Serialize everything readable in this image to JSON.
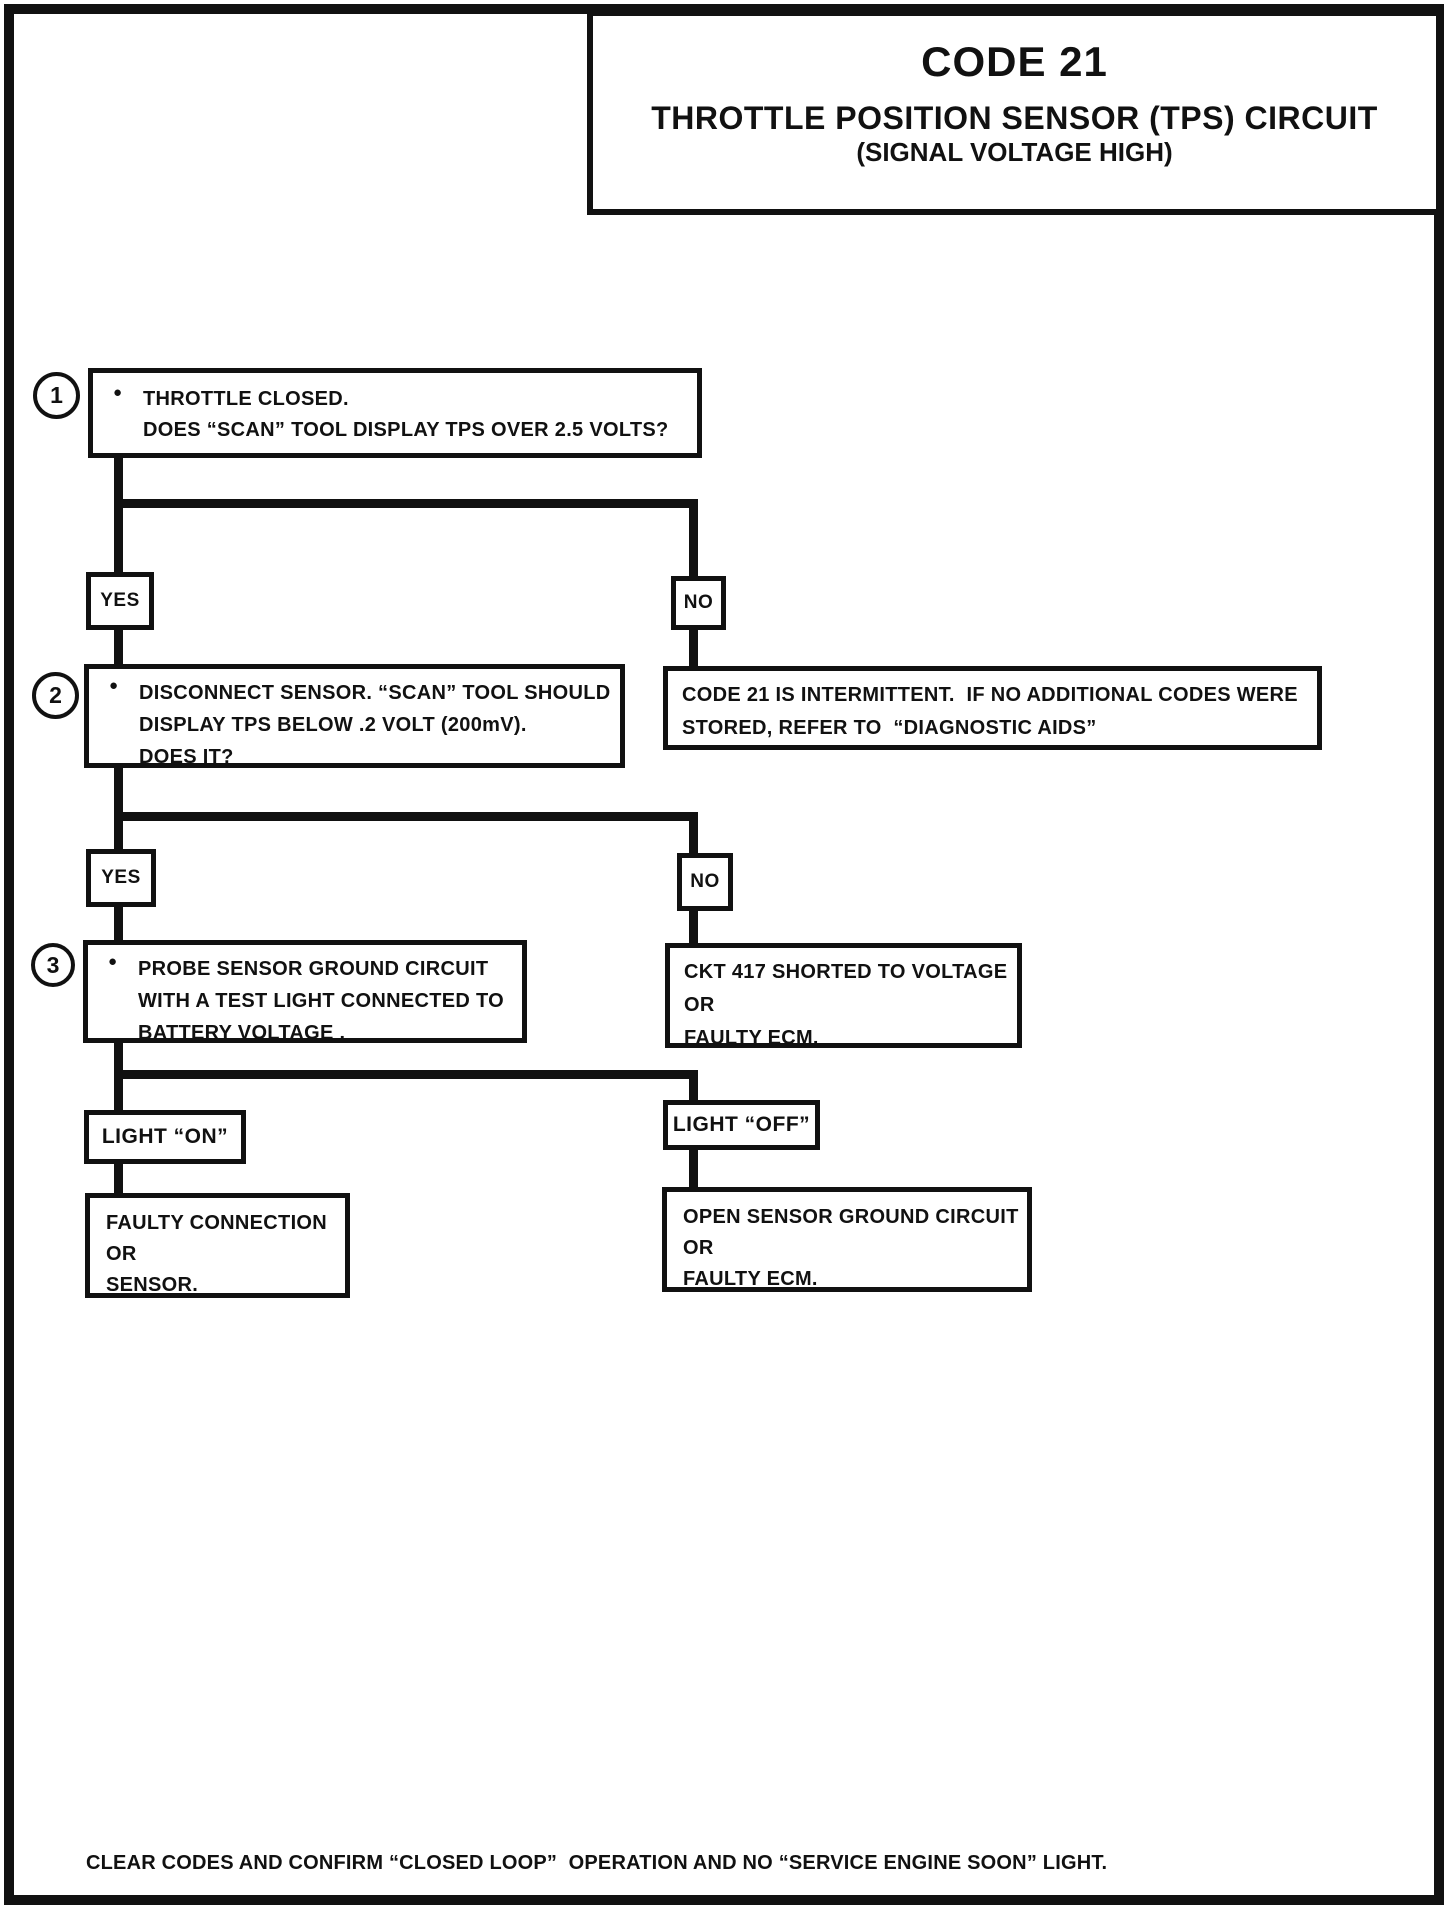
{
  "colors": {
    "ink": "#111111",
    "paper": "#ffffff"
  },
  "bullet_glyph": "●",
  "title": {
    "code": "CODE 21",
    "line1": "THROTTLE POSITION SENSOR (TPS) CIRCUIT",
    "line2": "(SIGNAL VOLTAGE HIGH)"
  },
  "step1": {
    "number": "1",
    "lines": [
      "THROTTLE CLOSED.",
      "DOES “SCAN” TOOL DISPLAY TPS OVER 2.5 VOLTS?"
    ]
  },
  "branch1": {
    "yes": "YES",
    "no": "NO"
  },
  "step2": {
    "number": "2",
    "lines": [
      "DISCONNECT SENSOR. “SCAN” TOOL SHOULD",
      "DISPLAY TPS BELOW .2 VOLT (200mV).",
      "DOES IT?"
    ]
  },
  "intermittent": {
    "lines": [
      "CODE 21 IS INTERMITTENT.  IF NO ADDITIONAL CODES WERE",
      "STORED, REFER TO  “DIAGNOSTIC AIDS”"
    ]
  },
  "branch2": {
    "yes": "YES",
    "no": "NO"
  },
  "step3": {
    "number": "3",
    "lines": [
      "PROBE SENSOR GROUND CIRCUIT",
      "WITH A TEST LIGHT CONNECTED TO",
      "BATTERY VOLTAGE ."
    ]
  },
  "ckt417": {
    "lines": [
      "CKT 417 SHORTED TO VOLTAGE",
      "OR",
      "FAULTY ECM."
    ]
  },
  "branch3": {
    "on": "LIGHT “ON”",
    "off": "LIGHT “OFF”"
  },
  "faulty_connection": {
    "lines": [
      "FAULTY CONNECTION",
      "OR",
      "SENSOR."
    ]
  },
  "open_ground": {
    "lines": [
      "OPEN SENSOR GROUND CIRCUIT",
      "OR",
      "FAULTY ECM."
    ]
  },
  "footer": {
    "note": "CLEAR CODES AND CONFIRM “CLOSED LOOP”  OPERATION AND NO “SERVICE ENGINE SOON” LIGHT."
  }
}
